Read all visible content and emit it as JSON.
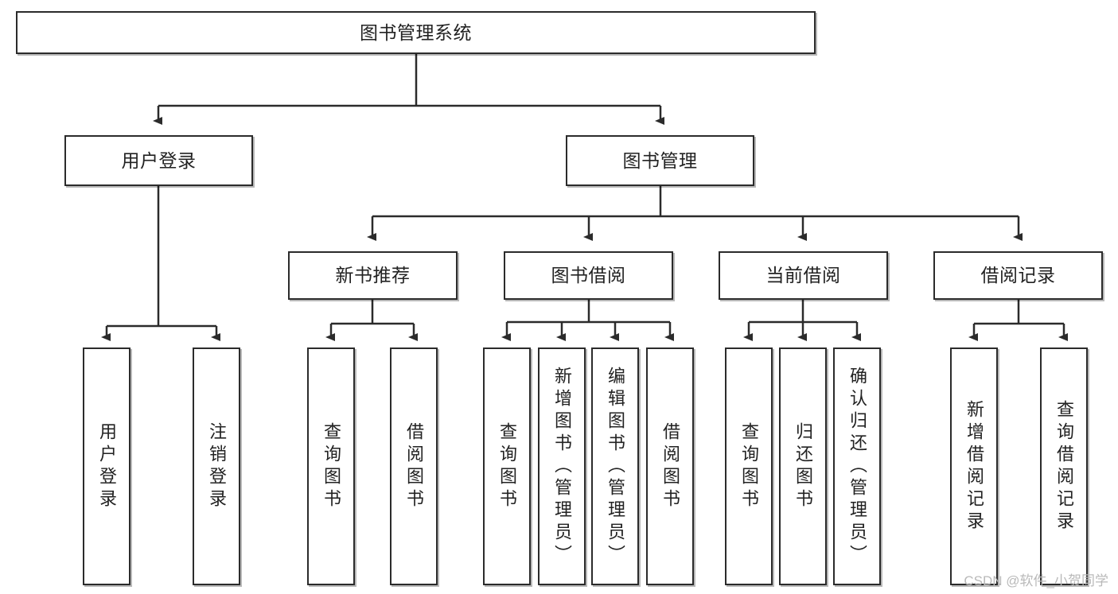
{
  "diagram": {
    "title": "图书管理系统",
    "type": "tree-hierarchy",
    "colors": {
      "box_border": "#2b2b2b",
      "box_fill": "#ffffff",
      "connector": "#2b2b2b",
      "text": "#222222",
      "watermark": "#b9b9b9"
    },
    "watermark": "CSDN @软件_小贺同学",
    "nodes": {
      "root": {
        "label": "图书管理系统",
        "level": 1,
        "orientation": "horizontal"
      },
      "l2": [
        {
          "id": "user-login",
          "label": "用户登录",
          "level": 2,
          "orientation": "horizontal"
        },
        {
          "id": "book-manage",
          "label": "图书管理",
          "level": 2,
          "orientation": "horizontal"
        }
      ],
      "l3": [
        {
          "id": "new-book-recommend",
          "label": "新书推荐",
          "level": 3,
          "orientation": "horizontal",
          "parent": "book-manage"
        },
        {
          "id": "book-borrow",
          "label": "图书借阅",
          "level": 3,
          "orientation": "horizontal",
          "parent": "book-manage"
        },
        {
          "id": "current-borrow",
          "label": "当前借阅",
          "level": 3,
          "orientation": "horizontal",
          "parent": "book-manage"
        },
        {
          "id": "borrow-record",
          "label": "借阅记录",
          "level": 3,
          "orientation": "horizontal",
          "parent": "book-manage"
        }
      ],
      "leaves": [
        {
          "id": "leaf-user-login",
          "label": "用户登录",
          "parent": "user-login",
          "orientation": "vertical"
        },
        {
          "id": "leaf-user-logout",
          "label": "注销登录",
          "parent": "user-login",
          "orientation": "vertical"
        },
        {
          "id": "leaf-query-book-1",
          "label": "查询图书",
          "parent": "new-book-recommend",
          "orientation": "vertical"
        },
        {
          "id": "leaf-borrow-book-1",
          "label": "借阅图书",
          "parent": "new-book-recommend",
          "orientation": "vertical"
        },
        {
          "id": "leaf-query-book-2",
          "label": "查询图书",
          "parent": "book-borrow",
          "orientation": "vertical"
        },
        {
          "id": "leaf-add-book",
          "label": "新增图书（管理员）",
          "parent": "book-borrow",
          "orientation": "vertical"
        },
        {
          "id": "leaf-edit-book",
          "label": "编辑图书（管理员）",
          "parent": "book-borrow",
          "orientation": "vertical"
        },
        {
          "id": "leaf-borrow-book-2",
          "label": "借阅图书",
          "parent": "book-borrow",
          "orientation": "vertical"
        },
        {
          "id": "leaf-query-book-3",
          "label": "查询图书",
          "parent": "current-borrow",
          "orientation": "vertical"
        },
        {
          "id": "leaf-return-book",
          "label": "归还图书",
          "parent": "current-borrow",
          "orientation": "vertical"
        },
        {
          "id": "leaf-confirm-return",
          "label": "确认归还（管理员）",
          "parent": "current-borrow",
          "orientation": "vertical"
        },
        {
          "id": "leaf-add-record",
          "label": "新增借阅记录",
          "parent": "borrow-record",
          "orientation": "vertical"
        },
        {
          "id": "leaf-query-record",
          "label": "查询借阅记录",
          "parent": "borrow-record",
          "orientation": "vertical"
        }
      ]
    }
  }
}
